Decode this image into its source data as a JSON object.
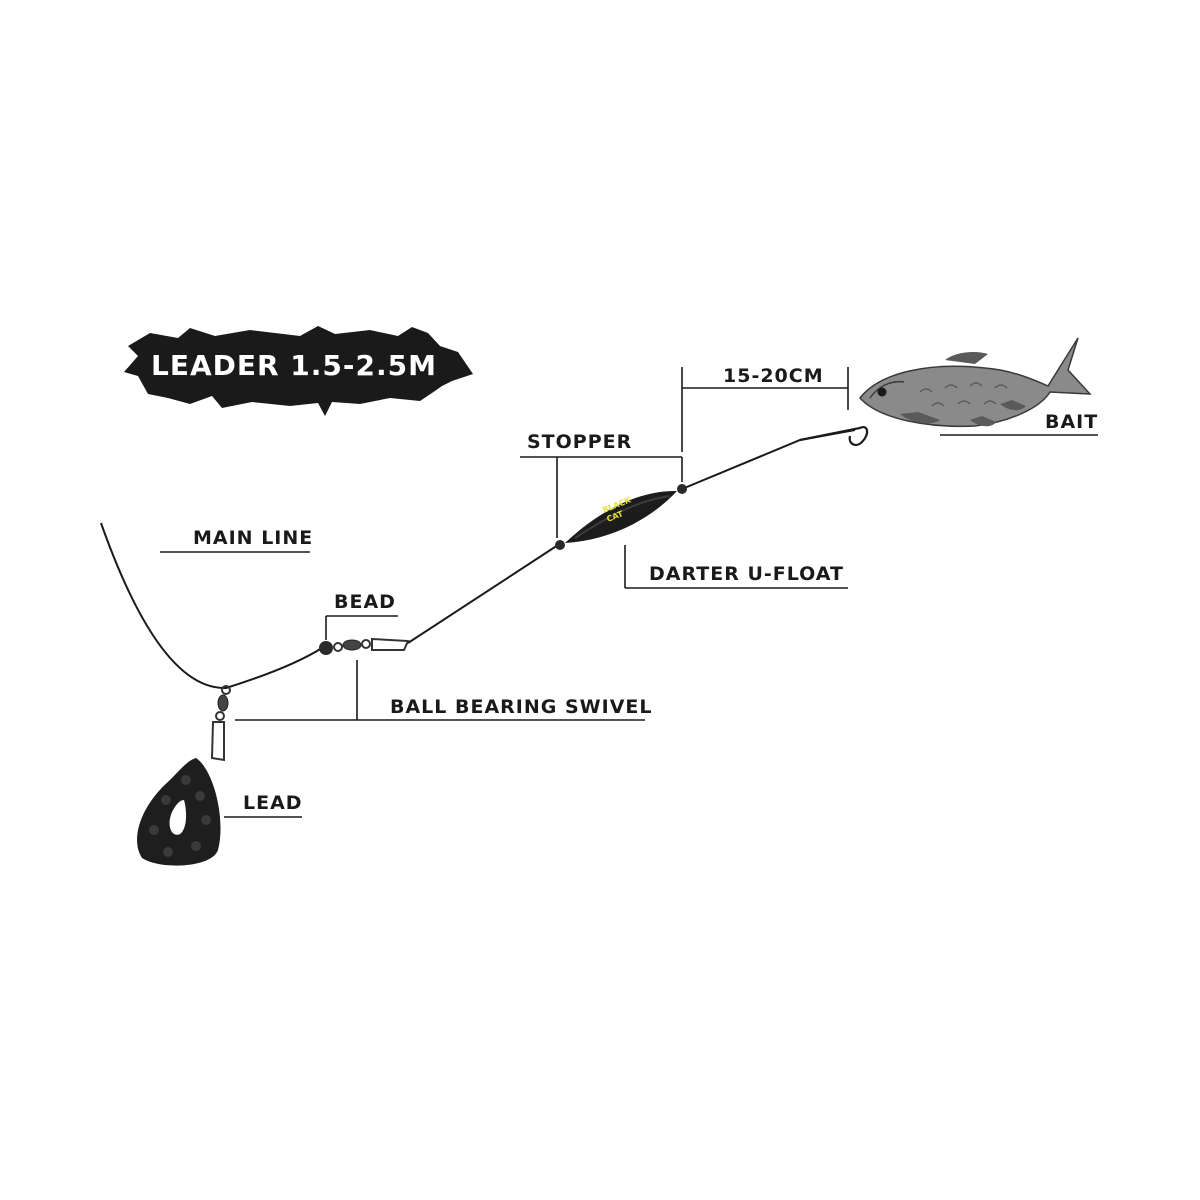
{
  "banner": {
    "text": "LEADER 1.5-2.5M",
    "bg_color": "#1a1a1a"
  },
  "labels": {
    "main_line": "MAIN LINE",
    "bead": "BEAD",
    "ball_bearing_swivel": "BALL BEARING SWIVEL",
    "lead": "LEAD",
    "stopper": "STOPPER",
    "darter_u_float": "DARTER U-FLOAT",
    "distance": "15-20CM",
    "bait": "BAIT"
  },
  "float_logo": {
    "line1": "BLACK",
    "line2": "CAT",
    "color": "#e8e03a"
  },
  "colors": {
    "line": "#1a1a1a",
    "fish_body": "#8a8a8a",
    "lead": "#1e1e1e"
  }
}
